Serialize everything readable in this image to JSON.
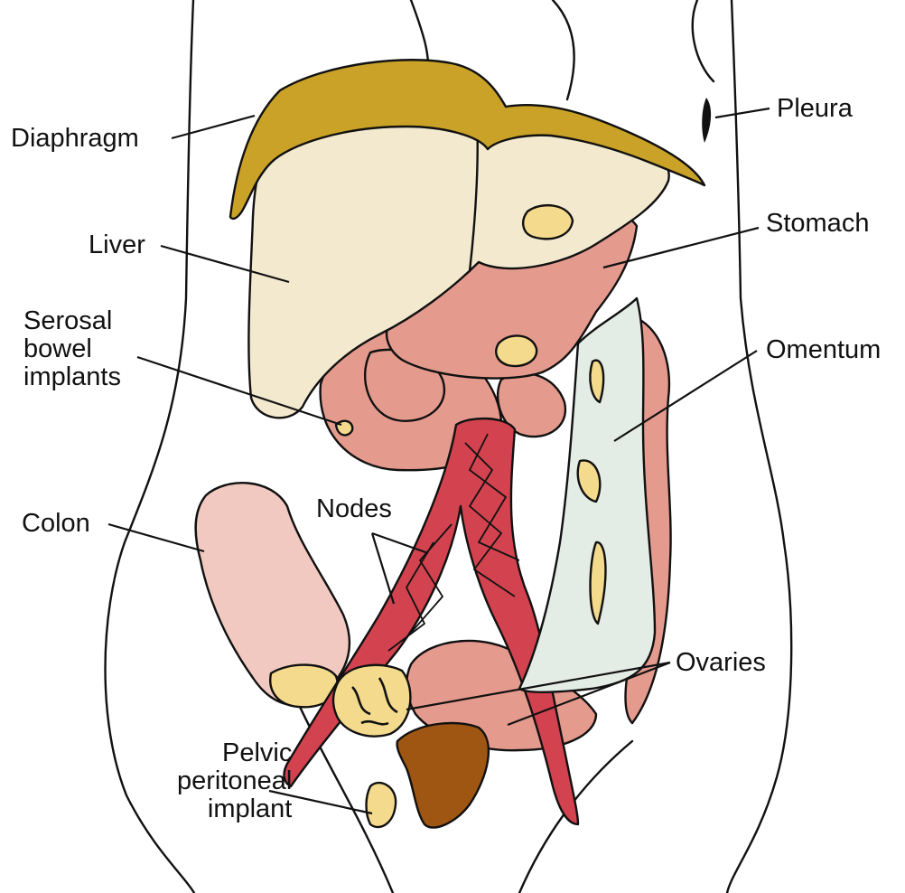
{
  "labels": {
    "diaphragm": "Diaphragm",
    "pleura": "Pleura",
    "liver": "Liver",
    "stomach": "Stomach",
    "serosal": "Serosal\nbowel\nimplants",
    "omentum": "Omentum",
    "colon": "Colon",
    "nodes": "Nodes",
    "ovaries": "Ovaries",
    "pelvic": "Pelvic\nperitoneal\nimplant"
  },
  "colors": {
    "diaphragm": "#c9a227",
    "liver": "#f3e9cf",
    "stomach": "#e59a8e",
    "omentum": "#e4ece6",
    "colon": "#f2c9c0",
    "vessels": "#d2434f",
    "uterus": "#9e5612",
    "implant": "#f4da8c",
    "outline": "#111111"
  }
}
